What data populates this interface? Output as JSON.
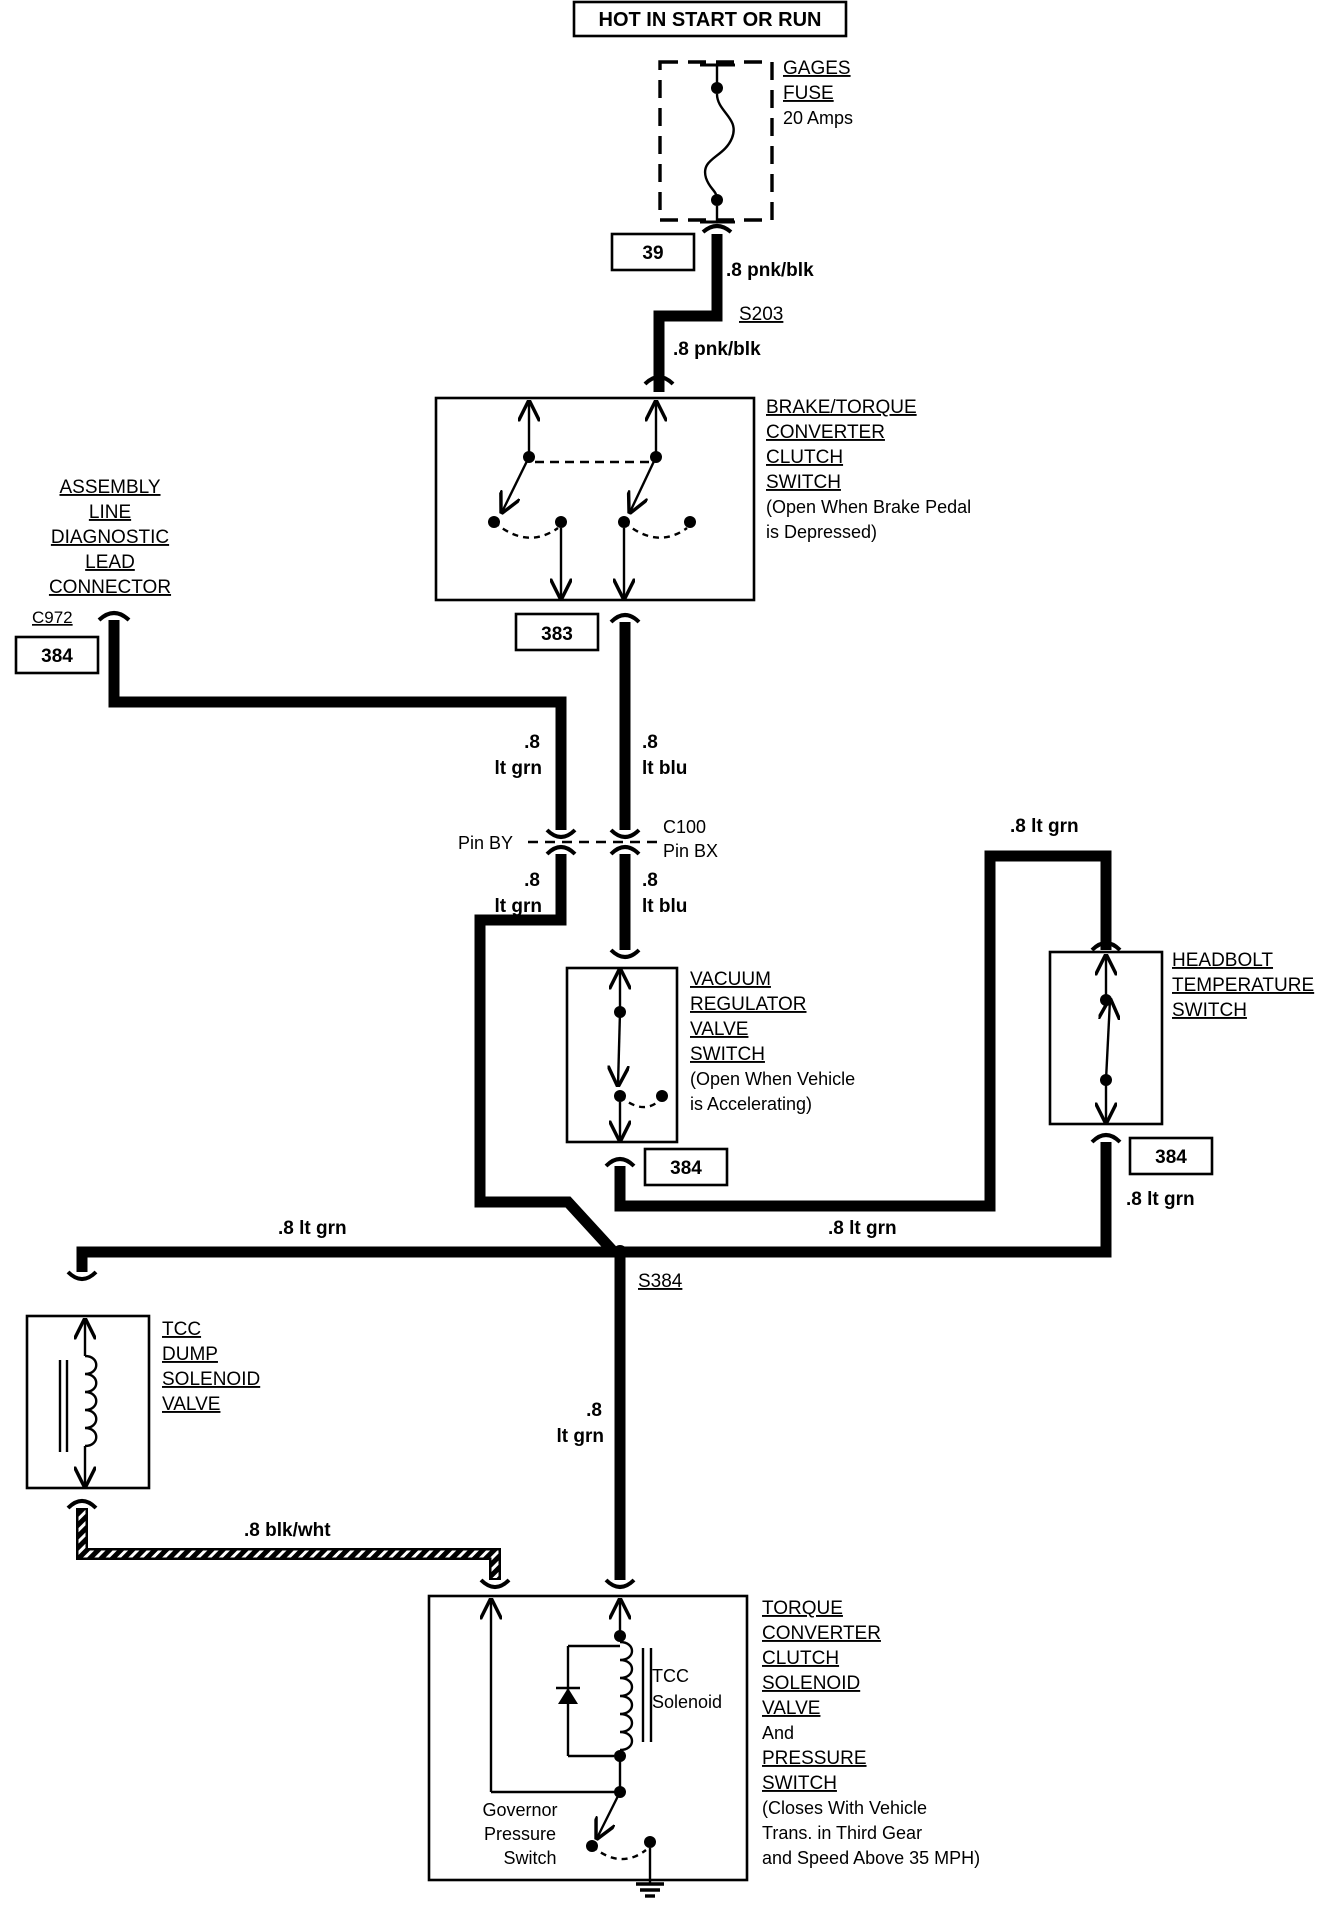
{
  "power_header": "HOT IN START OR RUN",
  "fuse": {
    "lines": [
      "GAGES",
      "FUSE"
    ],
    "rating": "20 Amps",
    "ref": "39"
  },
  "wires": {
    "w1": ".8 pnk/blk",
    "w2": ".8 pnk/blk",
    "w3_top": ".8",
    "w3_bot": "lt grn",
    "w4_top": ".8",
    "w4_bot": "lt blu",
    "w5_top": ".8",
    "w5_bot": "lt grn",
    "w6_top": ".8",
    "w6_bot": "lt blu",
    "w7": ".8 lt grn",
    "w8": ".8 lt grn",
    "w9": ".8 lt grn",
    "w10": ".8 lt grn",
    "w11_top": ".8",
    "w11_bot": "lt grn",
    "w12": ".8 blk/wht"
  },
  "splices": {
    "s203": "S203",
    "s384": "S384"
  },
  "connector_c100": {
    "name": "C100",
    "pin_left": "Pin BY",
    "pin_right": "Pin BX"
  },
  "brake_switch": {
    "lines": [
      "BRAKE/TORQUE",
      "CONVERTER",
      "CLUTCH",
      "SWITCH"
    ],
    "note": [
      "(Open When Brake Pedal",
      "is Depressed)"
    ],
    "ref": "383"
  },
  "aldl": {
    "lines": [
      "ASSEMBLY",
      "LINE",
      "DIAGNOSTIC",
      "LEAD",
      "CONNECTOR"
    ],
    "connector": "C972",
    "ref": "384"
  },
  "vacuum_switch": {
    "lines": [
      "VACUUM",
      "REGULATOR",
      "VALVE",
      "SWITCH"
    ],
    "note": [
      "(Open When Vehicle",
      "is Accelerating)"
    ],
    "ref": "384"
  },
  "headbolt_switch": {
    "lines": [
      "HEADBOLT",
      "TEMPERATURE",
      "SWITCH"
    ],
    "ref": "384"
  },
  "tcc_dump": {
    "lines": [
      "TCC",
      "DUMP",
      "SOLENOID",
      "VALVE"
    ]
  },
  "tcc_valve": {
    "lines": [
      "TORQUE",
      "CONVERTER",
      "CLUTCH",
      "SOLENOID",
      "VALVE"
    ],
    "and": "And",
    "lines2": [
      "PRESSURE",
      "SWITCH"
    ],
    "note": [
      "(Closes With Vehicle",
      "Trans. in Third Gear",
      "and Speed Above 35 MPH)"
    ],
    "solenoid": [
      "TCC",
      "Solenoid"
    ],
    "gov": [
      "Governor",
      "Pressure",
      "Switch"
    ]
  }
}
